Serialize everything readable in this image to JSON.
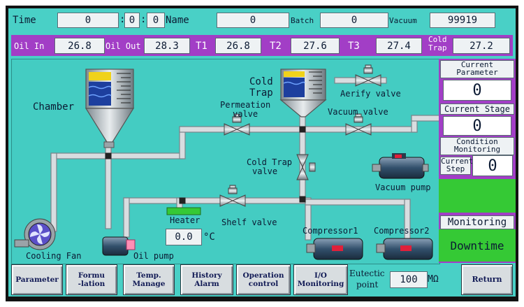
{
  "topbar": {
    "time_label": "Time",
    "time_h": "0",
    "time_m": "0",
    "time_s": "0",
    "name_label": "Name",
    "name_value": "0",
    "batch_label": "Batch",
    "batch_value": "0",
    "vacuum_label": "Vacuum",
    "vacuum_value": "99919"
  },
  "sensors": {
    "oil_in_label": "Oil In",
    "oil_in_value": "26.8",
    "oil_out_label": "Oil Out",
    "oil_out_value": "28.3",
    "t1_label": "T1",
    "t1_value": "26.8",
    "t2_label": "T2",
    "t2_value": "27.6",
    "t3_label": "T3",
    "t3_value": "27.4",
    "cold_trap_label_1": "Cold",
    "cold_trap_label_2": "Trap",
    "cold_trap_value": "27.2"
  },
  "diagram": {
    "chamber": "Chamber",
    "cold_trap_1": "Cold",
    "cold_trap_2": "Trap",
    "aerify_valve": "Aerify valve",
    "permeation_valve_1": "Permeation",
    "permeation_valve_2": "valve",
    "vacuum_valve": "Vacuum valve",
    "cold_trap_valve_1": "Cold Trap",
    "cold_trap_valve_2": "valve",
    "vacuum_pump": "Vacuum pump",
    "heater": "Heater",
    "heater_temp": "0.0",
    "heater_unit": "°C",
    "shelf_valve": "Shelf valve",
    "compressor1": "Compressor1",
    "compressor2": "Compressor2",
    "cooling_fan": "Cooling Fan",
    "oil_pump": "Oil pump"
  },
  "right_panel": {
    "current_parameter_1": "Current",
    "current_parameter_2": "Parameter",
    "current_parameter_value": "0",
    "current_stage_label": "Current Stage",
    "current_stage_value": "0",
    "condition_monitoring_1": "Condition",
    "condition_monitoring_2": "Monitoring",
    "current_step_1": "Current",
    "current_step_2": "Step",
    "current_step_value": "0",
    "monitoring_label": "Monitoring",
    "downtime_label": "Downtime"
  },
  "bottom": {
    "parameter": "Parameter",
    "formulation": "Formu\n-lation",
    "temp_manage": "Temp.\nManage",
    "history_alarm": "History\nAlarm",
    "operation_control": "Operation\ncontrol",
    "io_monitoring": "I/O\nMonitoring",
    "eutectic_point_1": "Eutectic",
    "eutectic_point_2": "point",
    "eutectic_value": "100",
    "eutectic_unit": "MΩ",
    "return": "Return"
  },
  "colors": {
    "screen_bg": "#49d0c6",
    "accent_purple": "#a23ec6",
    "status_green": "#35c935",
    "pipe_fill": "#d9dde0",
    "level_blue": "#1d3f9e",
    "level_yellow": "#f0d21a"
  }
}
